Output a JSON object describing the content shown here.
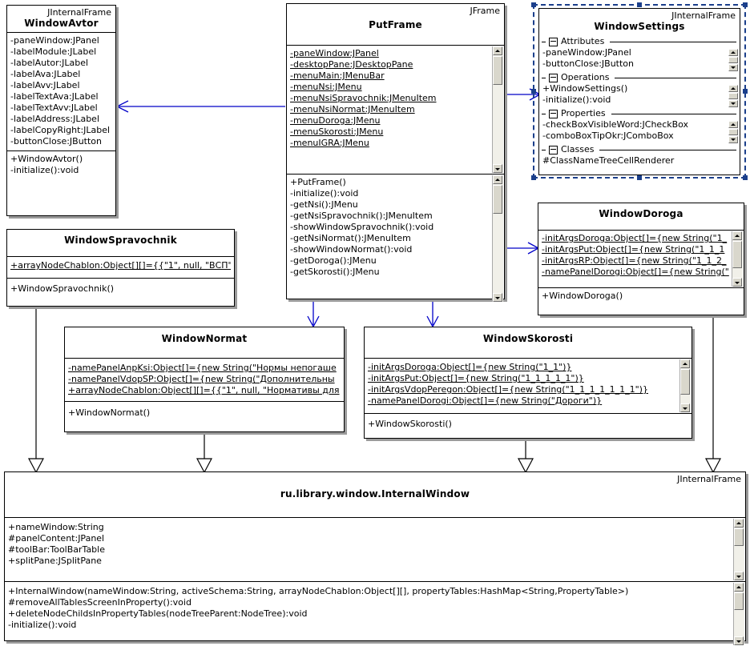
{
  "diagram": {
    "title": "UML class diagram",
    "colors": {
      "dependency": "#0000c8",
      "generalization": "#000000",
      "selection": "#1b3f8b",
      "box_fill": "#ffffff",
      "shadow": "#9a9a9a"
    }
  },
  "classes": {
    "windowAvtor": {
      "stereotype": "JInternalFrame",
      "name": "WindowAvtor",
      "attributes": [
        "-paneWindow:JPanel",
        "-labelModule:JLabel",
        "-labelAutor:JLabel",
        "-labelAva:JLabel",
        "-labelAvv:JLabel",
        "-labelTextAva:JLabel",
        "-labelTextAvv:JLabel",
        "-labelAddress:JLabel",
        "-labelCopyRight:JLabel",
        "-buttonClose:JButton"
      ],
      "operations": [
        "+WindowAvtor()",
        "-initialize():void"
      ]
    },
    "putFrame": {
      "stereotype": "JFrame",
      "name": "PutFrame",
      "attributes": [
        "-paneWindow:JPanel",
        "-desktopPane:JDesktopPane",
        "-menuMain:JMenuBar",
        "-menuNsi:JMenu",
        "-menuNsiSpravochnik:JMenuItem",
        "-menuNsiNormat:JMenuItem",
        "-menuDoroga:JMenu",
        "-menuSkorosti:JMenu",
        "-menuIGRA:JMenu"
      ],
      "operations": [
        "+PutFrame()",
        "-initialize():void",
        "-getNsi():JMenu",
        "-getNsiSpravochnik():JMenuItem",
        "-showWindowSpravochnik():void",
        "-getNsiNormat():JMenuItem",
        "-showWindowNormat():void",
        "-getDoroga():JMenu",
        "-getSkorosti():JMenu"
      ]
    },
    "windowSettings": {
      "stereotype": "JInternalFrame",
      "name": "WindowSettings",
      "selected": true,
      "groups": [
        {
          "label": "Attributes",
          "rows": [
            "-paneWindow:JPanel",
            "-buttonClose:JButton"
          ]
        },
        {
          "label": "Operations",
          "rows": [
            "+WindowSettings()",
            "-initialize():void"
          ]
        },
        {
          "label": "Properties",
          "rows": [
            "-checkBoxVisibleWord:JCheckBox",
            "-comboBoxTipOkr:JComboBox"
          ]
        },
        {
          "label": "Classes",
          "rows": [
            "#ClassNameTreeCellRenderer"
          ]
        }
      ]
    },
    "windowDoroga": {
      "stereotype": "",
      "name": "WindowDoroga",
      "attributes": [
        "-initArgsDoroga:Object[]={new String(\"1_",
        "-initArgsPut:Object[]={new String(\"1_1_1",
        "-initArgsRP:Object[]={new String(\"1_1_2_",
        "-namePanelDorogi:Object[]={new String(\""
      ],
      "operations": [
        "+WindowDoroga()"
      ]
    },
    "windowSpravochnik": {
      "stereotype": "",
      "name": "WindowSpravochnik",
      "attributes": [
        "+arrayNodeChablon:Object[][]={{\"1\", null, \"ВСП\","
      ],
      "operations": [
        "+WindowSpravochnik()"
      ]
    },
    "windowNormat": {
      "stereotype": "",
      "name": "WindowNormat",
      "attributes": [
        "-namePanelAnpKsi:Object[]={new String(\"Нормы непогаше",
        "-namePanelVdopSP:Object[]={new String(\"Дополнительны",
        "+arrayNodeChablon:Object[][]={{\"1\", null, \"Нормативы для"
      ],
      "operations": [
        "+WindowNormat()"
      ]
    },
    "windowSkorosti": {
      "stereotype": "",
      "name": "WindowSkorosti",
      "attributes": [
        "-initArgsDoroga:Object[]={new String(\"1_1\")}",
        "-initArgsPut:Object[]={new String(\"1_1_1_1_1\")}",
        "-initArgsVdopPeregon:Object[]={new String(\"1_1_1_1_1_1_1\")}",
        "-namePanelDorogi:Object[]={new String(\"Дороги\")}"
      ],
      "operations": [
        "+WindowSkorosti()"
      ]
    },
    "internalWindow": {
      "stereotype": "JInternalFrame",
      "name": "ru.library.window.InternalWindow",
      "attributes": [
        "+nameWindow:String",
        "#panelContent:JPanel",
        "#toolBar:ToolBarTable",
        "+splitPane:JSplitPane"
      ],
      "operations": [
        "+InternalWindow(nameWindow:String, activeSchema:String, arrayNodeChablon:Object[][], propertyTables:HashMap<String,PropertyTable>)",
        "#removeAllTablesScreenInProperty():void",
        "+deleteNodeChildsInPropertyTables(nodeTreeParent:NodeTree):void",
        "-initialize():void"
      ]
    }
  },
  "relations": [
    {
      "kind": "dependency",
      "from": "PutFrame",
      "to": "WindowAvtor"
    },
    {
      "kind": "dependency",
      "from": "PutFrame",
      "to": "WindowSettings"
    },
    {
      "kind": "dependency",
      "from": "PutFrame",
      "to": "WindowDoroga"
    },
    {
      "kind": "dependency",
      "from": "PutFrame",
      "to": "WindowNormat"
    },
    {
      "kind": "dependency",
      "from": "PutFrame",
      "to": "WindowSkorosti"
    },
    {
      "kind": "generalization",
      "from": "WindowSpravochnik",
      "to": "ru.library.window.InternalWindow"
    },
    {
      "kind": "generalization",
      "from": "WindowNormat",
      "to": "ru.library.window.InternalWindow"
    },
    {
      "kind": "generalization",
      "from": "WindowSkorosti",
      "to": "ru.library.window.InternalWindow"
    },
    {
      "kind": "generalization",
      "from": "WindowDoroga",
      "to": "ru.library.window.InternalWindow"
    }
  ]
}
